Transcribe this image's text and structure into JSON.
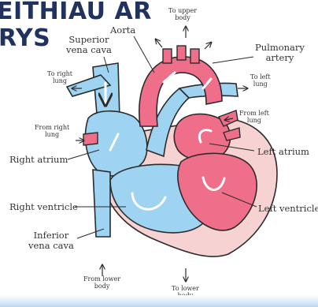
{
  "title": {
    "line1": "EITHIAU AR",
    "line2": "RYS"
  },
  "labels": {
    "to_upper_body": [
      "To upper",
      "body"
    ],
    "aorta": "Aorta",
    "superior_vena_cava": [
      "Superior",
      "vena cava"
    ],
    "pulmonary_artery": [
      "Pulmonary",
      "artery"
    ],
    "to_right_lung": [
      "To right",
      "lung"
    ],
    "to_left_lung": [
      "To left",
      "lung"
    ],
    "from_left_lung": [
      "From left",
      "lung"
    ],
    "from_right_lung": [
      "From right",
      "lung"
    ],
    "left_atrium": "Left atrium",
    "right_atrium": "Right atrium",
    "right_ventricle": "Right ventricle",
    "left_ventricle": "Left ventricle",
    "inferior_vena_cava": [
      "Inferior",
      "vena cava"
    ],
    "from_lower_body": [
      "From lower",
      "body"
    ],
    "to_lower_body": [
      "To lower",
      "body"
    ]
  },
  "colors": {
    "title": "#21325e",
    "deoxygenated_blue": "#9fd3f2",
    "oxygenated_red": "#ef6f8a",
    "outline": "#2b2b2b",
    "heart_muscle": "#f6d2d2"
  }
}
